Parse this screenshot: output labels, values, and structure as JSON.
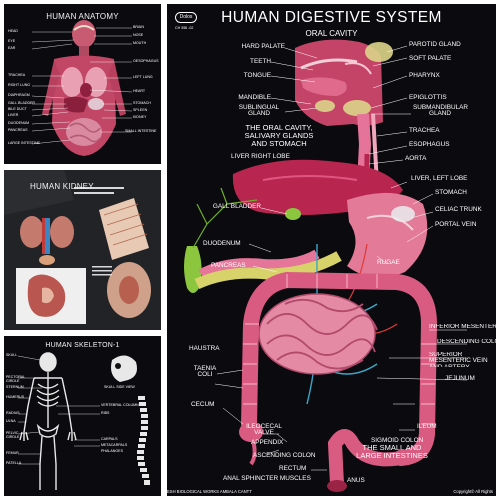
{
  "anatomy": {
    "title": "HUMAN ANATOMY",
    "labels_left": [
      "HEAD",
      "EYE",
      "EAR",
      "TRACHEA",
      "RIGHT LUNG",
      "DIAPHRAGM",
      "GALL BLADDER",
      "BILE DUCT",
      "LIVER",
      "DUODENUM",
      "PANCREAS",
      "LARGE INTESTINE"
    ],
    "labels_right": [
      "BRAIN",
      "NOSE",
      "MOUTH",
      "OESOPHAGUS",
      "LEFT LUNG",
      "HEART",
      "STOMACH",
      "SPLEEN",
      "KIDNEY",
      "SMALL INTESTINE"
    ]
  },
  "kidney": {
    "title": "HUMAN KIDNEY"
  },
  "skeleton": {
    "title": "HUMAN SKELETON-1",
    "labels_left": [
      "SKULL",
      "PECTORAL GIRDLE",
      "STERNUM",
      "HUMERUS",
      "RADIUS",
      "ULNA",
      "PELVIC GIRDLE",
      "FEMUR",
      "PATELLA"
    ],
    "labels_right": [
      "SKULL SIDE VIEW",
      "VERTEBRAL COLUMN",
      "RIBS",
      "CARPALS",
      "METACARPALS",
      "PHALANGES"
    ]
  },
  "digestive": {
    "badge": "Dolos",
    "chart_no": "CH 558 -02",
    "title": "HUMAN DIGESTIVE SYSTEM",
    "subtitle": "ORAL CAVITY",
    "caption_oral": [
      "THE ORAL CAVITY,",
      "SALIVARY GLANDS",
      "AND STOMACH"
    ],
    "caption_intestine": [
      "THE SMALL AND",
      "LARGE INTESTINES"
    ],
    "labels_left": [
      "HARD PALATE",
      "TEETH",
      "TONGUE",
      "MANDIBLE",
      "SUBLINGUAL GLAND",
      "LIVER RIGHT LOBE",
      "GALL BLADDER",
      "DUODENUM",
      "PANCREAS",
      "HAUSTRA",
      "TAENIA COLI",
      "CECUM",
      "ILEOCECAL VALVE",
      "APPENDIX",
      "ASCENDING COLON",
      "RECTUM",
      "ANAL SPHINCTER MUSCLES",
      "ANUS"
    ],
    "labels_right": [
      "PAROTID GLAND",
      "SOFT PALATE",
      "PHARYNX",
      "EPIGLOTTIS",
      "SUBMANDIBULAR GLAND",
      "TRACHEA",
      "ESOPHAGUS",
      "AORTA",
      "LIVER, LEFT LOBE",
      "STOMACH",
      "CELIAC TRUNK",
      "PORTAL VEIN",
      "RUGAE",
      "INFERIOR MESENTERIC",
      "DESCENDING COLON",
      "SUPERIOR MESENTERIC VEIN AND ARTERY",
      "JEJUNUM",
      "ILEUM",
      "SIGMOID COLON"
    ],
    "footer_left": "ESH BIOLOGICAL WORKS  AMBALA CANTT",
    "footer_right": "Copyright© All Rights"
  },
  "colors": {
    "panel_bg": "#0b0b0f",
    "organ_pink": "#d9486f",
    "organ_dark": "#8e1f3f",
    "liver": "#b8264f",
    "gallbladder": "#8cc63f",
    "pancreas": "#d8d26a",
    "vessel_blue": "#3aa7c9",
    "bone": "#e8e8e8"
  }
}
